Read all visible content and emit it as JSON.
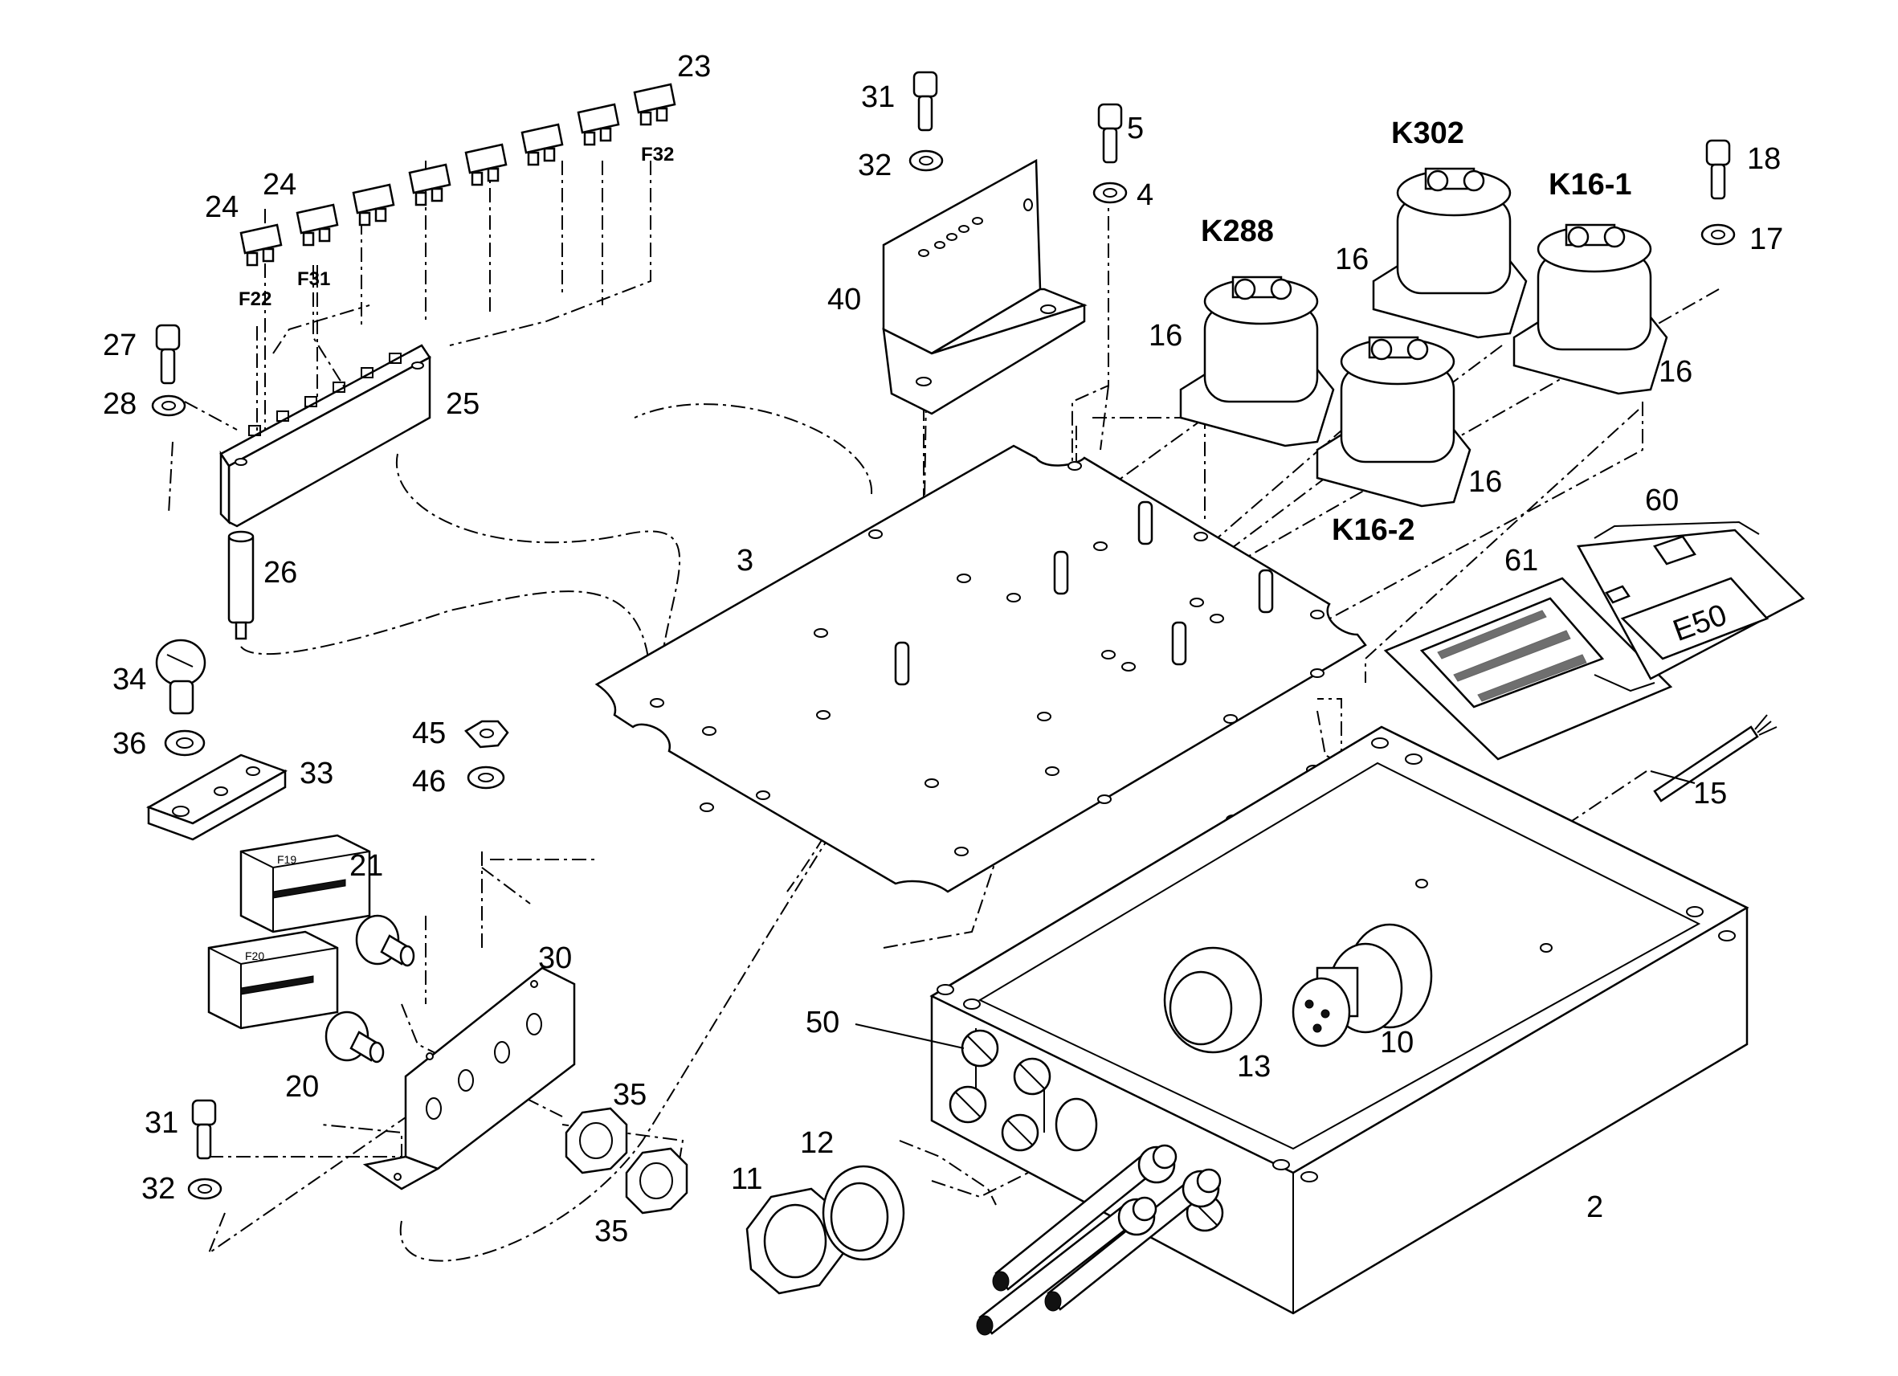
{
  "labels": {
    "n2": "2",
    "n3": "3",
    "n4": "4",
    "n5": "5",
    "n10": "10",
    "n11": "11",
    "n12": "12",
    "n13": "13",
    "n15": "15",
    "n16a": "16",
    "n16b": "16",
    "n16c": "16",
    "n16d": "16",
    "n17": "17",
    "n18": "18",
    "n20": "20",
    "n21": "21",
    "n23": "23",
    "n24a": "24",
    "n24b": "24",
    "n25": "25",
    "n26": "26",
    "n27": "27",
    "n28": "28",
    "n30": "30",
    "n31a": "31",
    "n31b": "31",
    "n32a": "32",
    "n32b": "32",
    "n33": "33",
    "n34": "34",
    "n35a": "35",
    "n35b": "35",
    "n36": "36",
    "n40": "40",
    "n45": "45",
    "n46": "46",
    "n50": "50",
    "n60": "60",
    "n61": "61"
  },
  "component_labels": {
    "k288": "K288",
    "k302": "K302",
    "k16_1": "K16-1",
    "k16_2": "K16-2"
  },
  "fuse_labels": {
    "f22": "F22",
    "f31": "F31",
    "f32": "F32"
  },
  "relay_markings": {
    "f19": "F19",
    "f20": "F20"
  },
  "plate_text": {
    "e50": "E50"
  }
}
